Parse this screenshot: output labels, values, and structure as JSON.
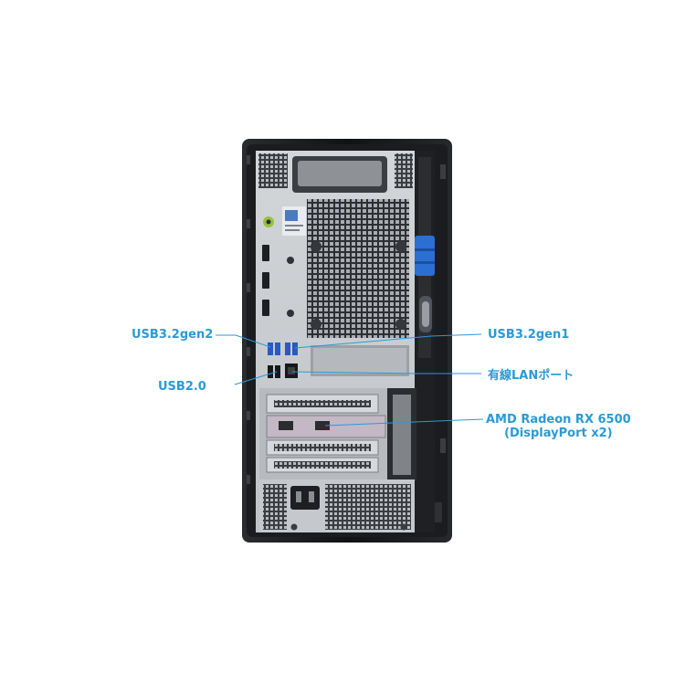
{
  "labels": {
    "usb32gen2": "USB3.2gen2",
    "usb20": "USB2.0",
    "usb32gen1": "USB3.2gen1",
    "lan": "有線LANポート",
    "gpu_line1": "AMD Radeon RX 6500",
    "gpu_line2": "(DisplayPort x2)"
  },
  "colors": {
    "label_text": "#2a9ad6",
    "callout_line": "#2a9ad6",
    "chassis_frame": "#16171a",
    "rear_panel": "#c8cbcf",
    "release_latch": "#2a6fd4"
  },
  "icons": {
    "product": "desktop-tower-rear-photo"
  }
}
